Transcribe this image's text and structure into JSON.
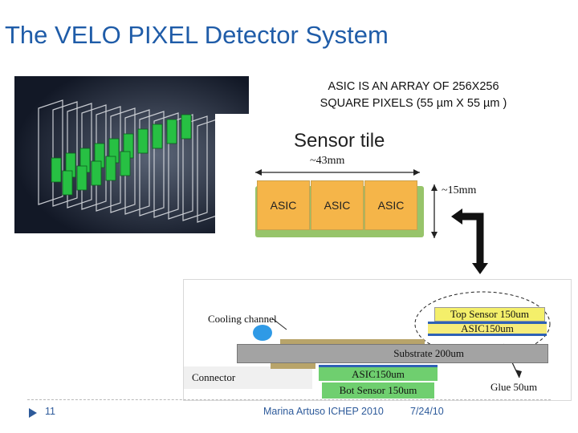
{
  "slide": {
    "title": "The VELO PIXEL Detector System",
    "asic_note": [
      "ASIC IS AN ARRAY OF 256X256",
      "SQUARE PIXELS (55 µm X 55 µm )"
    ]
  },
  "sensor_tile": {
    "title": "Sensor tile",
    "width_label": "~43mm",
    "height_label": "~15mm",
    "asic_labels": [
      "ASIC",
      "ASIC",
      "ASIC"
    ]
  },
  "cross_section": {
    "cooling_label": "Cooling channel",
    "connector_label": "Connector",
    "top_sensor": "Top Sensor 150um",
    "asic_top": "ASIC150um",
    "substrate": "Substrate 200um",
    "asic_bottom": "ASIC150um",
    "bot_sensor": "Bot Sensor 150um",
    "glue": "Glue 50um"
  },
  "footer": {
    "page_number": "11",
    "author_event": "Marina Artuso ICHEP 2010",
    "date": "7/24/10"
  },
  "colors": {
    "title": "#1f5ca8",
    "asic": "#f5b549",
    "tile_green": "#97c46a",
    "sensor_yellow": "#f4ef6a",
    "asic_yellow": "#f6ec7a",
    "asic_blue": "#2f61b5",
    "substrate": "#a3a3a3",
    "cooling": "#2f9ae6"
  }
}
